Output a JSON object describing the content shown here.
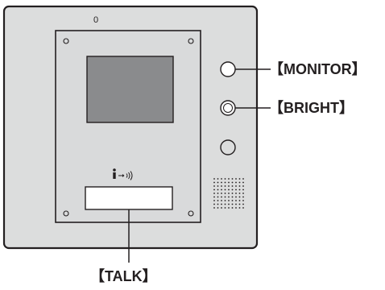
{
  "panel": {
    "indicator_mark": "0"
  },
  "callouts": {
    "monitor": "【MONITOR】",
    "bright": "【BRIGHT】",
    "talk": "【TALK】"
  },
  "icons": {
    "info": "info-icon",
    "signal": "wireless-signal-icon",
    "monitor_button": "monitor-button-icon",
    "bright_button": "bright-button-icon",
    "third_button": "round-button-icon",
    "speaker": "speaker-grille-icon"
  },
  "colors": {
    "panel_fill": "#dcdddd",
    "outline": "#231f20",
    "screen_fill": "#8a8b8d",
    "label_fill": "#ffffff"
  }
}
